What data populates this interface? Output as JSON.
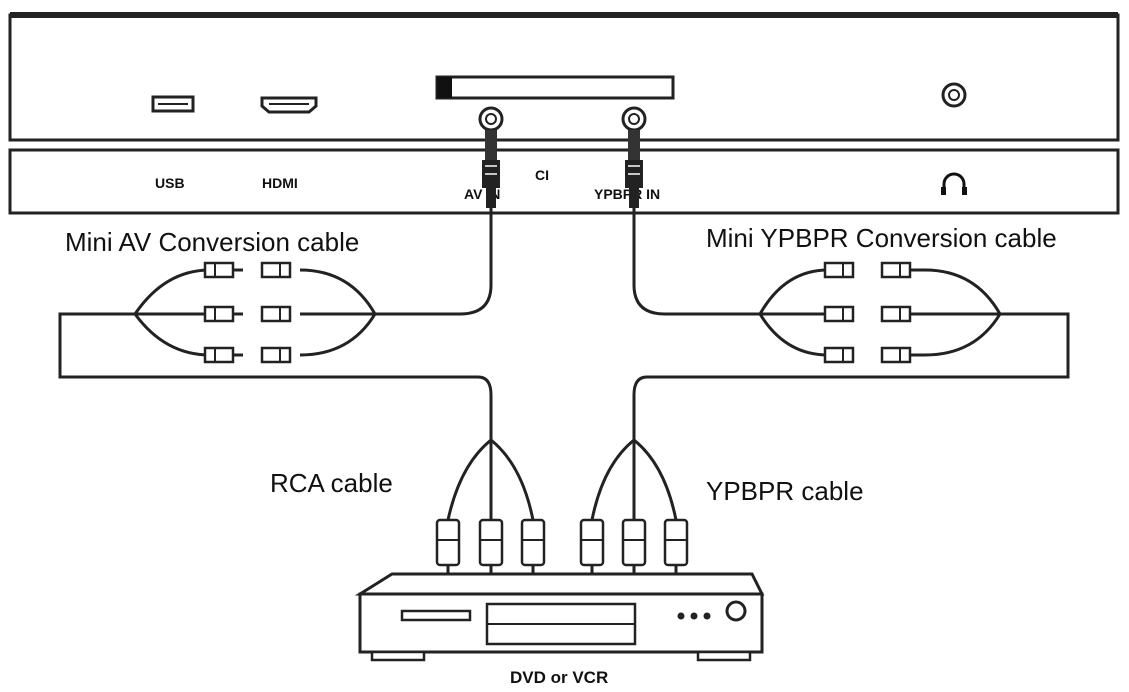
{
  "panel": {
    "ports": {
      "usb": "USB",
      "hdmi": "HDMI",
      "ci": "CI",
      "av_in": "AV IN",
      "ypbpr_in": "YPBPR IN"
    }
  },
  "cables": {
    "mini_av": "Mini AV Conversion cable",
    "mini_ypbpr": "Mini YPBPR Conversion cable",
    "rca": "RCA cable",
    "ypbpr": "YPBPR cable"
  },
  "device": {
    "label": "DVD or VCR"
  },
  "icons": {
    "usb": "usb-port-icon",
    "hdmi": "hdmi-port-icon",
    "headphone": "headphone-icon",
    "ci_slot": "ci-slot-icon"
  }
}
